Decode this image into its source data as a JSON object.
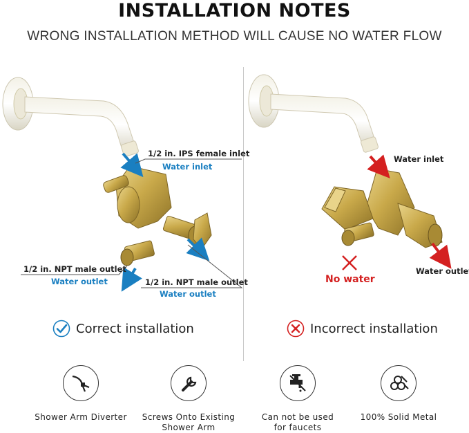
{
  "header": {
    "title": "INSTALLATION NOTES",
    "subtitle": "WRONG INSTALLATION METHOD WILL CAUSE NO WATER FLOW"
  },
  "correct": {
    "inlet_spec": "1/2 in. IPS female inlet",
    "inlet_label": "Water inlet",
    "outlet_left_spec": "1/2 in. NPT male outlet",
    "outlet_left_label": "Water outlet",
    "outlet_right_spec": "1/2 in. NPT male outlet",
    "outlet_right_label": "Water outlet",
    "status": "Correct installation"
  },
  "incorrect": {
    "inlet_label": "Water inlet",
    "outlet_label": "Water outlet",
    "no_water_label": "No water",
    "status": "Incorrect installation"
  },
  "features": [
    {
      "icon": "shower-arm-diverter-icon",
      "line1": "Shower Arm Diverter",
      "line2": ""
    },
    {
      "icon": "wrench-icon",
      "line1": "Screws Onto Existing",
      "line2": "Shower Arm"
    },
    {
      "icon": "faucet-icon",
      "line1": "Can not be used",
      "line2": "for faucets"
    },
    {
      "icon": "metal-rods-icon",
      "line1": "100% Solid Metal",
      "line2": ""
    }
  ],
  "colors": {
    "blue_arrow": "#1a7fc1",
    "red_arrow": "#d42020",
    "brass": "#c9a94a"
  }
}
